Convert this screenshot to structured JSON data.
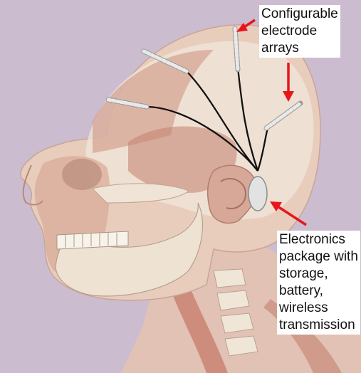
{
  "annotations": {
    "electrode_arrays": {
      "lines": [
        "Configurable",
        "electrode",
        "arrays"
      ]
    },
    "electronics_package": {
      "lines": [
        "Electronics",
        "package with",
        "storage,",
        "battery,",
        "wireless",
        "transmission"
      ]
    }
  },
  "colors": {
    "background": "#cbbcd0",
    "skin": "#e8cdbd",
    "muscle": "#c98a78",
    "bone": "#efe8dc",
    "wire": "#111111",
    "arrow": "#e8161b",
    "electrode": "#e9e9e9",
    "electronics_package": "#e2e2e2"
  }
}
